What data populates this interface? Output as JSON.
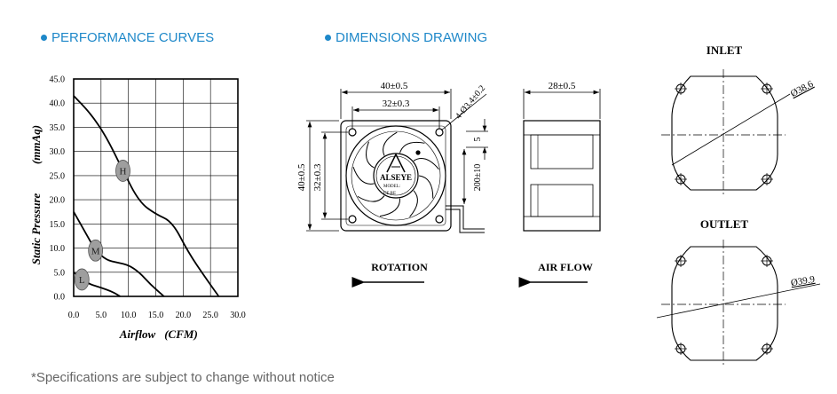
{
  "sections": {
    "performance_title": "PERFORMANCE CURVES",
    "dimensions_title": "DIMENSIONS DRAWING"
  },
  "chart_data": {
    "type": "line",
    "title": "",
    "xlabel": "Airflow",
    "xunit": "(CFM)",
    "ylabel": "Static Pressure",
    "yunit": "(mmAq)",
    "xlim": [
      0,
      30
    ],
    "ylim": [
      0,
      45
    ],
    "x_ticks": [
      "0.0",
      "5.0",
      "10.0",
      "15.0",
      "20.0",
      "25.0",
      "30.0"
    ],
    "y_ticks": [
      "0.0",
      "5.0",
      "10.0",
      "15.0",
      "20.0",
      "25.0",
      "30.0",
      "35.0",
      "40.0",
      "45.0"
    ],
    "grid": true,
    "series": [
      {
        "name": "H",
        "x": [
          0,
          3,
          6,
          9,
          12,
          15,
          18,
          21,
          24,
          26.5
        ],
        "y": [
          41.5,
          38,
          33,
          26,
          19.5,
          17,
          15.5,
          9,
          4,
          0
        ]
      },
      {
        "name": "M",
        "x": [
          0,
          2,
          4,
          6,
          8,
          10,
          12,
          14,
          16.5
        ],
        "y": [
          17.5,
          13.5,
          9.5,
          7.5,
          7,
          6.5,
          5,
          2.5,
          0
        ]
      },
      {
        "name": "L",
        "x": [
          0,
          1.5,
          3,
          5,
          7,
          8.5
        ],
        "y": [
          5,
          3.5,
          2.5,
          1.8,
          1,
          0
        ]
      }
    ],
    "marker_color": "#9e9e9e"
  },
  "drawing": {
    "overall_width": "40±0.5",
    "hole_spacing_top": "32±0.3",
    "hole_callout": "4-Ø3.4±0.2",
    "depth": "28±0.5",
    "offset": "5",
    "overall_height": "40±0.5",
    "hole_spacing_side": "32±0.3",
    "lead_length": "200±10",
    "brand": "ALSEYE",
    "model_label": "MODEL:",
    "cert_marks": "CE RE",
    "rotation_label": "ROTATION",
    "airflow_label": "AIR FLOW",
    "inlet_label": "INLET",
    "inlet_diameter": "Ø38.6",
    "outlet_label": "OUTLET",
    "outlet_diameter": "Ø39.9"
  },
  "footnote": "*Specifications are subject to change without notice"
}
